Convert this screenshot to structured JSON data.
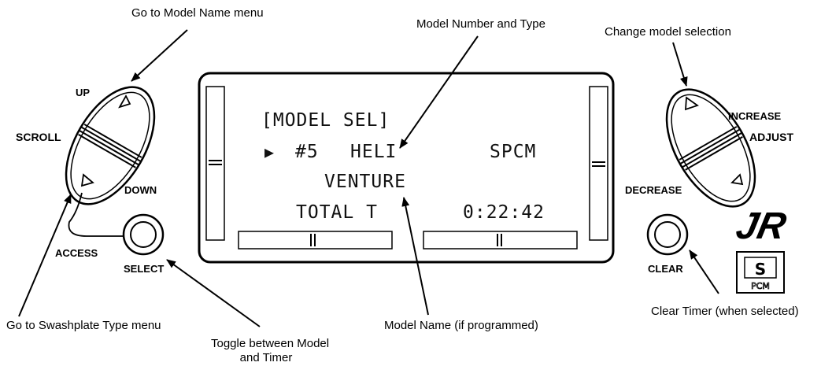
{
  "callouts": {
    "go_model_name": "Go to Model Name menu",
    "model_number_type": "Model Number and Type",
    "change_model": "Change model selection",
    "go_swashplate": "Go to Swashplate Type menu",
    "toggle_line1": "Toggle between Model",
    "toggle_line2": "and Timer",
    "model_name": "Model Name (if programmed)",
    "clear_timer": "Clear Timer (when selected)"
  },
  "buttons": {
    "up": "UP",
    "scroll": "SCROLL",
    "down": "DOWN",
    "access": "ACCESS",
    "select": "SELECT",
    "increase": "INCREASE",
    "adjust": "ADJUST",
    "decrease": "DECREASE",
    "clear": "CLEAR"
  },
  "lcd": {
    "title": "[MODEL SEL]",
    "cursor": "▶",
    "model_number": "#5",
    "model_type": "HELI",
    "modulation": "SPCM",
    "model_name": "VENTURE",
    "timer_label": "TOTAL T",
    "timer_value": "0:22:42"
  },
  "logo": {
    "brand": "JR",
    "badge_top": "S",
    "badge_bottom": "PCM"
  },
  "colors": {
    "ink": "#000000",
    "background": "#ffffff"
  }
}
